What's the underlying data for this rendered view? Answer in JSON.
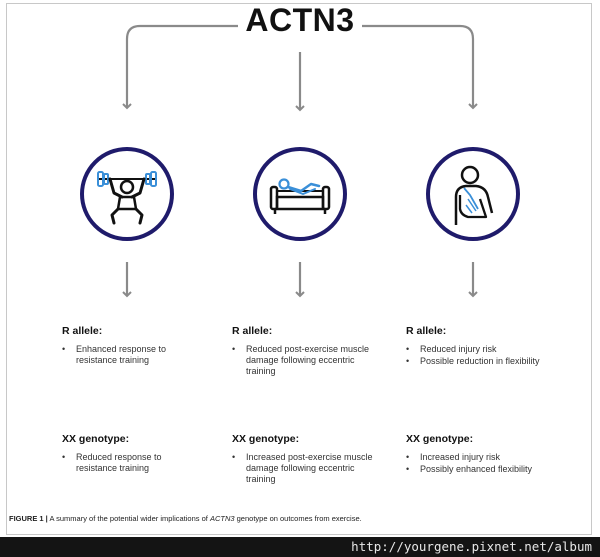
{
  "title": "ACTN3",
  "columns": [
    {
      "icon": "weightlifter-icon",
      "r_heading": "R allele:",
      "r_bullets": [
        "Enhanced response to resistance training"
      ],
      "xx_heading": "XX genotype:",
      "xx_bullets": [
        "Reduced response to resistance training"
      ]
    },
    {
      "icon": "resting-on-sofa-icon",
      "r_heading": "R allele:",
      "r_bullets": [
        "Reduced post-exercise muscle damage following eccentric training"
      ],
      "xx_heading": "XX genotype:",
      "xx_bullets": [
        "Increased post-exercise muscle damage following eccentric training"
      ]
    },
    {
      "icon": "arm-sling-injury-icon",
      "r_heading": "R allele:",
      "r_bullets": [
        "Reduced injury risk",
        "Possible reduction in flexibility"
      ],
      "xx_heading": "XX genotype:",
      "xx_bullets": [
        "Increased injury risk",
        "Possibly enhanced flexibility"
      ]
    }
  ],
  "caption": {
    "label": "FIGURE 1 |",
    "text_before": "A summary of the potential wider implications of",
    "gene": "ACTN3",
    "text_after": "genotype on outcomes from exercise."
  },
  "watermark": "http://yourgene.pixnet.net/album",
  "colors": {
    "circle_border": "#1f1b6b",
    "icon_accent": "#3a8fd8",
    "arrow": "#8a8a8a"
  }
}
